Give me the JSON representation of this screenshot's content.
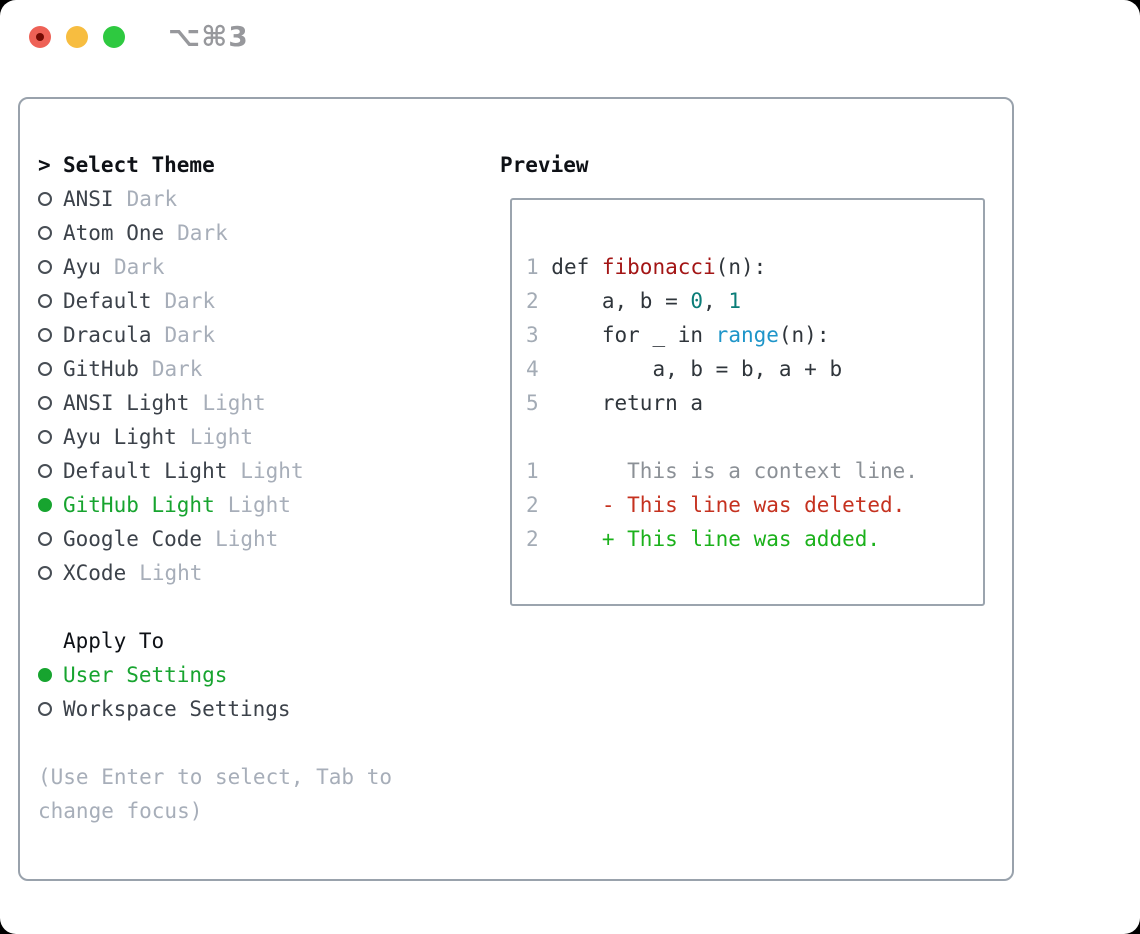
{
  "window": {
    "title": "⌥⌘3",
    "traffic_lights": [
      "close",
      "minimize",
      "zoom"
    ]
  },
  "colors": {
    "outside_bg": "#000000",
    "window_bg": "#ffffff",
    "titlebar_text": "#97989c",
    "light_red": "#ee6156",
    "light_red_dot": "#740b04",
    "light_yellow": "#f7bd40",
    "light_green": "#2ec940",
    "panel_border": "#99a2ac",
    "box_border": "#9ba4ae",
    "header_text": "#0e1116",
    "item_text": "#3c424a",
    "muted": "#a7aeb9",
    "accent_green": "#17a42f",
    "line_number": "#a3abb5",
    "code_text": "#2f353b",
    "func_red": "#a31515",
    "num_teal": "#0b7d78",
    "builtin_blue": "#1e95c9",
    "ctx_gray": "#8b9096",
    "del_red": "#c5311f",
    "add_green": "#1bb11b"
  },
  "theme_picker": {
    "header_prefix": ">",
    "header_label": "Select Theme",
    "items": [
      {
        "name": "ANSI",
        "variant": "Dark",
        "selected": false
      },
      {
        "name": "Atom One",
        "variant": "Dark",
        "selected": false
      },
      {
        "name": "Ayu",
        "variant": "Dark",
        "selected": false
      },
      {
        "name": "Default",
        "variant": "Dark",
        "selected": false
      },
      {
        "name": "Dracula",
        "variant": "Dark",
        "selected": false
      },
      {
        "name": "GitHub",
        "variant": "Dark",
        "selected": false
      },
      {
        "name": "ANSI Light",
        "variant": "Light",
        "selected": false
      },
      {
        "name": "Ayu Light",
        "variant": "Light",
        "selected": false
      },
      {
        "name": "Default Light",
        "variant": "Light",
        "selected": false
      },
      {
        "name": "GitHub Light",
        "variant": "Light",
        "selected": true
      },
      {
        "name": "Google Code",
        "variant": "Light",
        "selected": false
      },
      {
        "name": "XCode",
        "variant": "Light",
        "selected": false
      }
    ],
    "apply_header": "Apply To",
    "apply_options": [
      {
        "label": "User Settings",
        "selected": true
      },
      {
        "label": "Workspace Settings",
        "selected": false
      }
    ],
    "hint": "(Use Enter to select, Tab to change focus)"
  },
  "preview": {
    "header": "Preview",
    "lines": [
      {
        "segs": [
          {
            "t": "1 ",
            "c": "ln"
          },
          {
            "t": "def ",
            "c": "code"
          },
          {
            "t": "fibonacci",
            "c": "func"
          },
          {
            "t": "(n):",
            "c": "code"
          }
        ]
      },
      {
        "segs": [
          {
            "t": "2 ",
            "c": "ln"
          },
          {
            "t": "    a, b = ",
            "c": "code"
          },
          {
            "t": "0",
            "c": "num"
          },
          {
            "t": ", ",
            "c": "code"
          },
          {
            "t": "1",
            "c": "num"
          }
        ]
      },
      {
        "segs": [
          {
            "t": "3 ",
            "c": "ln"
          },
          {
            "t": "    for _ in ",
            "c": "code"
          },
          {
            "t": "range",
            "c": "builtin"
          },
          {
            "t": "(n):",
            "c": "code"
          }
        ]
      },
      {
        "segs": [
          {
            "t": "4 ",
            "c": "ln"
          },
          {
            "t": "        a, b = b, a + b",
            "c": "code"
          }
        ]
      },
      {
        "segs": [
          {
            "t": "5 ",
            "c": "ln"
          },
          {
            "t": "    return a",
            "c": "code"
          }
        ]
      },
      {
        "segs": []
      },
      {
        "segs": [
          {
            "t": "1 ",
            "c": "ln"
          },
          {
            "t": "      This is a context line.",
            "c": "ctx"
          }
        ]
      },
      {
        "segs": [
          {
            "t": "2 ",
            "c": "ln"
          },
          {
            "t": "    ",
            "c": "code"
          },
          {
            "t": "- This line was deleted.",
            "c": "del"
          }
        ]
      },
      {
        "segs": [
          {
            "t": "2 ",
            "c": "ln"
          },
          {
            "t": "    ",
            "c": "code"
          },
          {
            "t": "+ This line was added.",
            "c": "add"
          }
        ]
      }
    ]
  }
}
